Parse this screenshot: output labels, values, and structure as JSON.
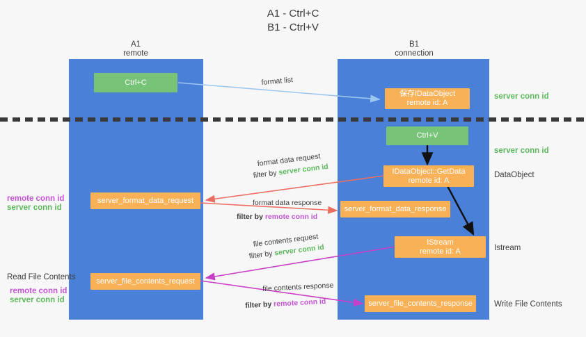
{
  "title": {
    "line1": "A1 - Ctrl+C",
    "line2": "B1 - Ctrl+V"
  },
  "lanes": [
    {
      "name": "A1",
      "sub": "remote"
    },
    {
      "name": "B1",
      "sub": "connection"
    }
  ],
  "boxes": {
    "ctrl_c": {
      "line1": "Ctrl+C"
    },
    "ctrl_v": {
      "line1": "Ctrl+V"
    },
    "save_idataobject": {
      "line1": "保存IDataObject",
      "line2": "remote id: A"
    },
    "getdata": {
      "line1": "IDataObject::GetData",
      "line2": "remote id: A"
    },
    "istream": {
      "line1": "IStream",
      "line2": "remote id: A"
    },
    "server_format_data_request": {
      "line1": "server_format_data_request"
    },
    "server_format_data_response": {
      "line1": "server_format_data_response"
    },
    "server_file_contents_request": {
      "line1": "server_file_contents_request"
    },
    "server_file_contents_response": {
      "line1": "server_file_contents_response"
    }
  },
  "right_labels": {
    "server_conn_id_top": "server conn id",
    "server_conn_id_mid": "server conn id",
    "dataobject": "DataObject",
    "istream": "Istream",
    "write_file_contents": "Write File Contents"
  },
  "left_labels": {
    "remote_conn_id_1": "remote conn id",
    "server_conn_id_1": "server conn id",
    "read_file_contents": "Read File Contents",
    "remote_conn_id_2": "remote conn id",
    "server_conn_id_2": "server conn id"
  },
  "annotations": {
    "format_list": "format list",
    "format_data_request": "format data request",
    "format_data_request_filter_prefix": "filter by ",
    "format_data_request_filter_value": "server conn id",
    "format_data_response": "format data response",
    "format_data_response_filter_prefix": "filter by ",
    "format_data_response_filter_value": "remote conn id",
    "file_contents_request": "file contents request",
    "file_contents_request_filter_prefix": "filter by ",
    "file_contents_request_filter_value": "server conn id",
    "file_contents_response": "file contents response",
    "file_contents_response_filter_prefix": "filter by ",
    "file_contents_response_filter_value": "remote conn id"
  },
  "colors": {
    "lane": "#4a80d8",
    "orange": "#f9b158",
    "green_box": "#77c377",
    "server_conn_id": "#5cb85c",
    "remote_conn_id": "#c355d4",
    "arrow_light_blue": "#9dc7ef",
    "arrow_red": "#ec6e62",
    "arrow_magenta": "#c73fc7",
    "arrow_black": "#111111",
    "divider": "#3a3a3a",
    "background": "#f7f7f7"
  }
}
